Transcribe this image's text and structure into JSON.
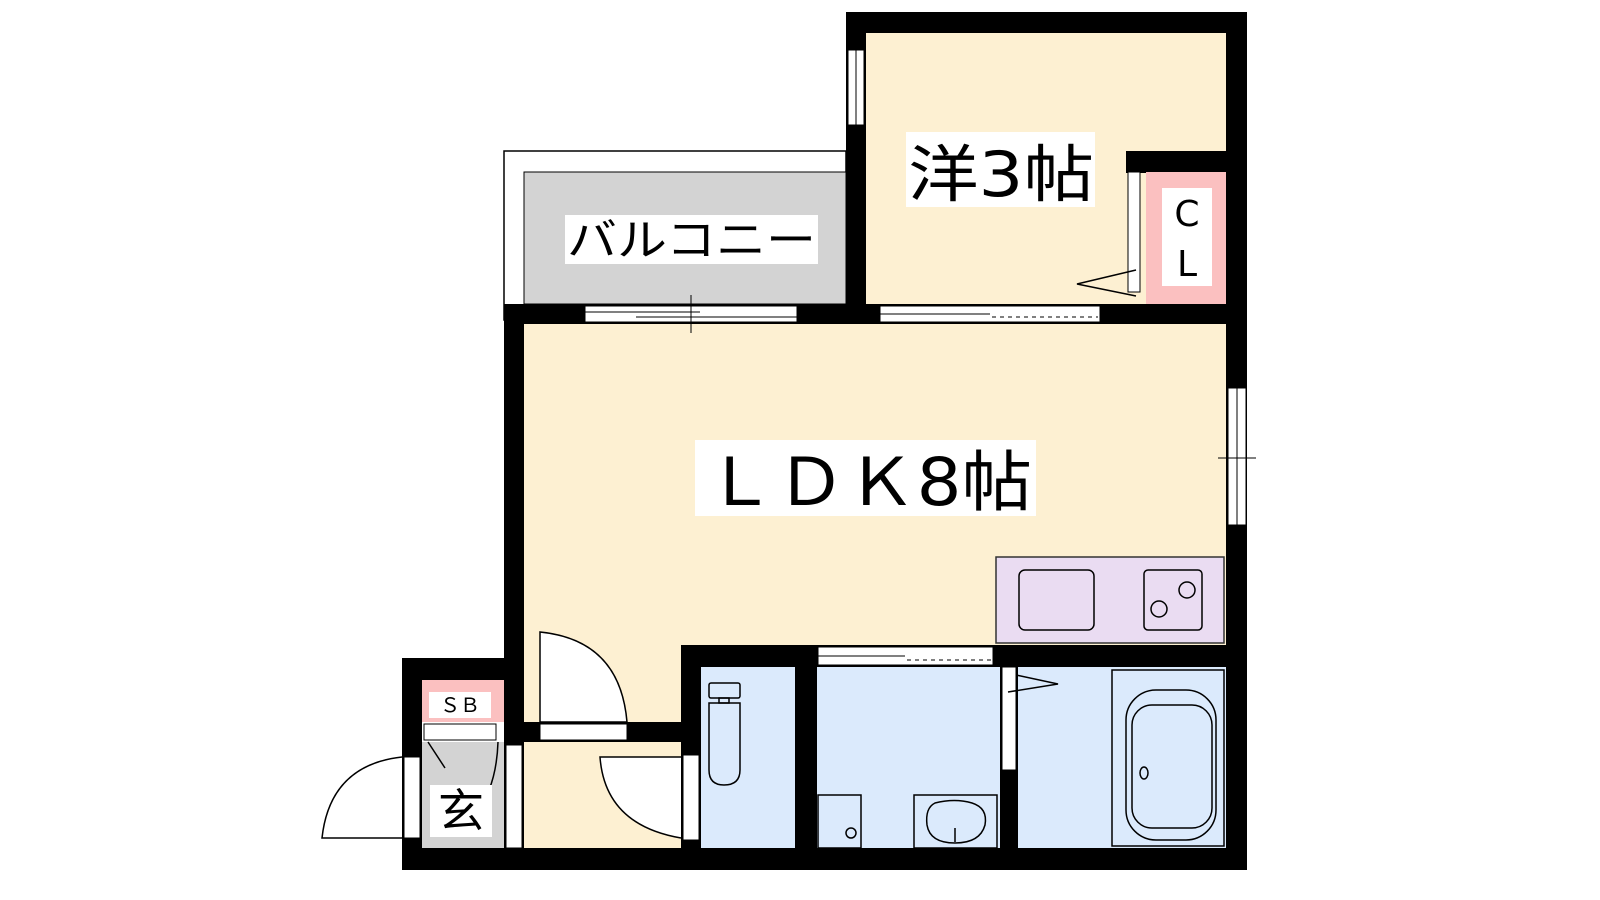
{
  "rooms": {
    "western": "洋3帖",
    "closet_c": "C",
    "closet_l": "L",
    "balcony": "バルコニー",
    "ldk": "ＬＤＫ8帖",
    "shoe_box": "ＳＢ",
    "entrance": "玄"
  },
  "colors": {
    "room": "#fdf0d2",
    "wet": "#dbeafc",
    "kitchen": "#eadcf2",
    "closet": "#fbc0c0",
    "balcony": "#d3d3d3",
    "wall": "#000000"
  }
}
